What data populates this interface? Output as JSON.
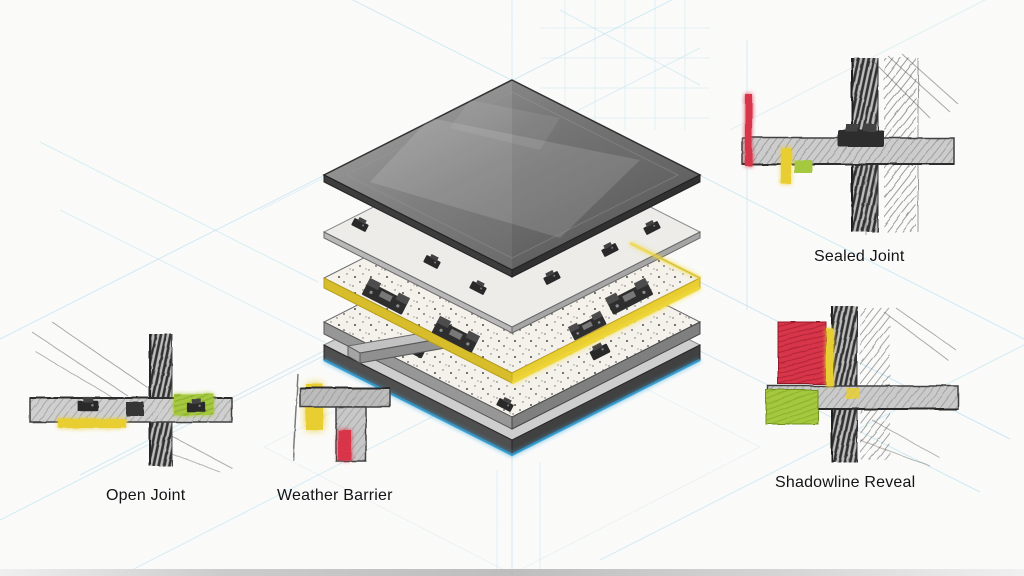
{
  "figure": {
    "kind": "exploded-axonometric-facade-panel-sketch",
    "annotations": [
      {
        "id": "sealed-joint",
        "text": "Sealed Joint"
      },
      {
        "id": "open-joint",
        "text": "Open Joint"
      },
      {
        "id": "weather-barrier",
        "text": "Weather Barrier"
      },
      {
        "id": "shadowline-reveal",
        "text": "Shadowline Reveal"
      }
    ],
    "colors": {
      "paper": "#fcfcfb",
      "blueprint_line": "#a9d9ef",
      "accent_yellow": "#e9cf2f",
      "accent_red": "#d93246",
      "accent_green": "#a5c93a",
      "panel_dark": "#6b6b6b",
      "outline_blue": "#35a7e0",
      "ink": "#1d1d1f"
    }
  }
}
